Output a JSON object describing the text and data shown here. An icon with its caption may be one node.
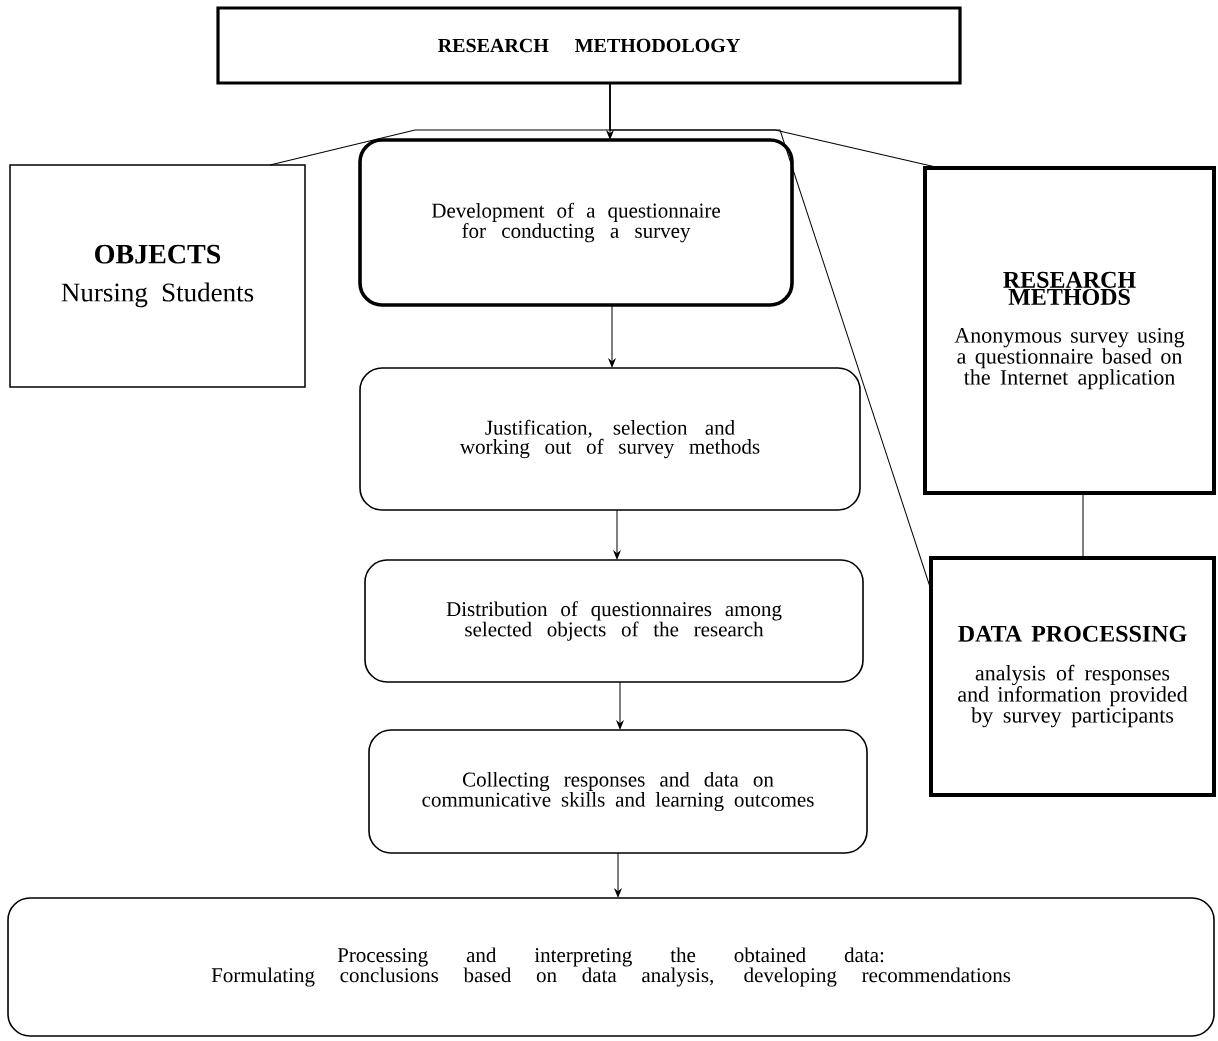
{
  "diagram": {
    "nodes": [
      {
        "text": [
          "RESEARCH METHODOLOGY"
        ]
      },
      {
        "text": [
          "OBJECTS",
          "Nursing Students"
        ]
      },
      {
        "text": [
          "Development of a questionnaire for conducting a survey"
        ]
      },
      {
        "text": [
          "RESEARCH METHODS",
          "Anonymous survey using a questionnaire based on the Internet application"
        ]
      },
      {
        "text": [
          "Justification, selection and working out of survey methods"
        ]
      },
      {
        "text": [
          "Distribution of questionnaires among selected objects of the research"
        ]
      },
      {
        "text": [
          "DATA PROCESSING",
          "analysis of responses and information provided by survey participants"
        ]
      },
      {
        "text": [
          "Collecting responses and data on communicative skills and learning outcomes"
        ]
      },
      {
        "text": [
          "Processing and interpreting the obtained data:",
          "Formulating conclusions based on data analysis, developing recommendations"
        ]
      }
    ],
    "edges": [
      {
        "from": 0,
        "to": 1,
        "arrow": "none"
      },
      {
        "from": 0,
        "to": 2,
        "arrow": "to"
      },
      {
        "from": 0,
        "to": 3,
        "arrow": "none"
      },
      {
        "from": 0,
        "to": 6,
        "arrow": "none"
      },
      {
        "from": 3,
        "to": 6,
        "arrow": "none"
      },
      {
        "from": 2,
        "to": 4,
        "arrow": "to"
      },
      {
        "from": 4,
        "to": 5,
        "arrow": "to"
      },
      {
        "from": 5,
        "to": 7,
        "arrow": "to"
      },
      {
        "from": 7,
        "to": 8,
        "arrow": "to"
      }
    ]
  }
}
